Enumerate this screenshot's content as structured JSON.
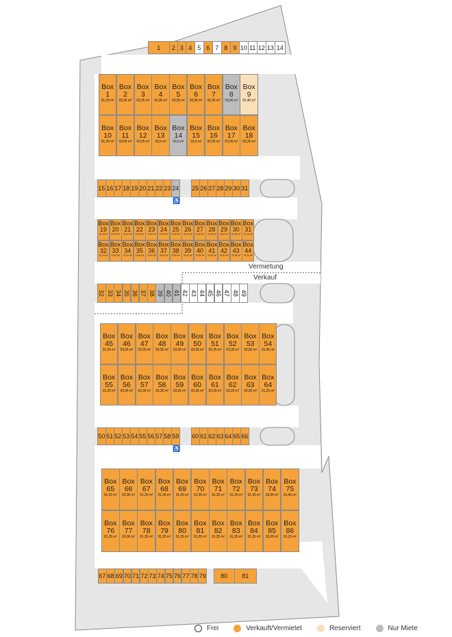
{
  "colors": {
    "frei": "#ffffff",
    "verkauft": "#f5a23a",
    "reserviert": "#fbdfb8",
    "nur_miete": "#bdbdbd",
    "ground": "#e6e6e6",
    "outline": "#8a8a8a"
  },
  "legend": [
    {
      "label": "Frei",
      "status": "frei"
    },
    {
      "label": "Verkauft/Vermietet",
      "status": "verkauft"
    },
    {
      "label": "Reserviert",
      "status": "reserviert"
    },
    {
      "label": "Nur Miete",
      "status": "nur_miete"
    }
  ],
  "divider": {
    "top_label": "Vermietung",
    "bottom_label": "Verkauf"
  },
  "box_prefix": "Box",
  "accessible_icon": "wheelchair-icon",
  "accessible_glyph": "♿",
  "parking_rows": [
    {
      "id": "p-top",
      "labels": [
        "1",
        "2",
        "3",
        "4",
        "5",
        "6",
        "7",
        "8",
        "9",
        "10",
        "11",
        "12",
        "13",
        "14"
      ],
      "status": [
        "v",
        "v",
        "v",
        "v",
        "f",
        "v",
        "f",
        "v",
        "v",
        "f",
        "f",
        "f",
        "f",
        "f"
      ],
      "vertical": false
    },
    {
      "id": "p-row2",
      "labels": [
        "15",
        "16",
        "17",
        "18",
        "19",
        "20",
        "21",
        "22",
        "23",
        "24",
        "25",
        "26",
        "27",
        "28",
        "29",
        "30",
        "31"
      ],
      "status": [
        "v",
        "v",
        "v",
        "v",
        "v",
        "v",
        "v",
        "v",
        "v",
        "g",
        "v",
        "v",
        "v",
        "v",
        "v",
        "v",
        "v"
      ],
      "vertical": false,
      "accessible": "24"
    },
    {
      "id": "p-row3",
      "labels": [
        "32",
        "33",
        "34",
        "35",
        "36",
        "37",
        "38",
        "39",
        "40",
        "41",
        "42",
        "43",
        "44",
        "45",
        "46",
        "47",
        "48",
        "49"
      ],
      "status": [
        "v",
        "v",
        "v",
        "v",
        "v",
        "v",
        "v",
        "g",
        "g",
        "g",
        "f",
        "f",
        "f",
        "f",
        "f",
        "f",
        "f",
        "f"
      ],
      "vertical": true
    },
    {
      "id": "p-row4",
      "labels": [
        "50",
        "51",
        "52",
        "53",
        "54",
        "55",
        "56",
        "57",
        "58",
        "59",
        "60",
        "61",
        "62",
        "63",
        "64",
        "65",
        "66"
      ],
      "status": [
        "v",
        "v",
        "v",
        "v",
        "v",
        "v",
        "v",
        "v",
        "v",
        "v",
        "v",
        "v",
        "v",
        "v",
        "v",
        "v",
        "v"
      ],
      "vertical": false,
      "accessible": "59"
    },
    {
      "id": "p-row5",
      "labels": [
        "67",
        "68",
        "69",
        "70",
        "71",
        "72",
        "73",
        "74",
        "75",
        "76",
        "77",
        "78",
        "79",
        "80",
        "81"
      ],
      "status": [
        "v",
        "v",
        "v",
        "v",
        "v",
        "v",
        "v",
        "v",
        "v",
        "v",
        "v",
        "v",
        "v",
        "v",
        "v"
      ],
      "vertical": false
    }
  ],
  "box_rows": [
    {
      "id": "b1",
      "size": "large",
      "boxes": [
        {
          "n": "1",
          "a": "91,25 m²",
          "s": "v"
        },
        {
          "n": "2",
          "a": "93,06 m²",
          "s": "v"
        },
        {
          "n": "3",
          "a": "93,35 m²",
          "s": "v"
        },
        {
          "n": "4",
          "a": "93,35 m²",
          "s": "v"
        },
        {
          "n": "5",
          "a": "93,35 m²",
          "s": "v"
        },
        {
          "n": "6",
          "a": "93,35 m²",
          "s": "v"
        },
        {
          "n": "7",
          "a": "93,35 m²",
          "s": "v"
        },
        {
          "n": "8",
          "a": "93,06 m²",
          "s": "g"
        },
        {
          "n": "9",
          "a": "81,40 m²",
          "s": "r"
        }
      ]
    },
    {
      "id": "b2",
      "size": "large",
      "boxes": [
        {
          "n": "10",
          "a": "91,25 m²",
          "s": "v"
        },
        {
          "n": "11",
          "a": "93,06 m²",
          "s": "v"
        },
        {
          "n": "12",
          "a": "93,35 m²",
          "s": "v"
        },
        {
          "n": "13",
          "a": "93,5 m²",
          "s": "v"
        },
        {
          "n": "14",
          "a": "93,5 m²",
          "s": "g"
        },
        {
          "n": "15",
          "a": "93,5 m²",
          "s": "v"
        },
        {
          "n": "16",
          "a": "93,35 m²",
          "s": "v"
        },
        {
          "n": "17",
          "a": "93,06 m²",
          "s": "v"
        },
        {
          "n": "18",
          "a": "83,26 m²",
          "s": "v"
        }
      ]
    },
    {
      "id": "b3",
      "size": "small",
      "boxes": [
        {
          "n": "19",
          "a": "21,13 m²",
          "s": "v"
        },
        {
          "n": "20",
          "a": "21,57 m²",
          "s": "v"
        },
        {
          "n": "21",
          "a": "21,57 m²",
          "s": "v"
        },
        {
          "n": "22",
          "a": "21,57 m²",
          "s": "v"
        },
        {
          "n": "23",
          "a": "21,57 m²",
          "s": "v"
        },
        {
          "n": "24",
          "a": "21,57 m²",
          "s": "v"
        },
        {
          "n": "25",
          "a": "21,57 m²",
          "s": "v"
        },
        {
          "n": "26",
          "a": "21,57 m²",
          "s": "v"
        },
        {
          "n": "27",
          "a": "21,57 m²",
          "s": "v"
        },
        {
          "n": "28",
          "a": "21,57 m²",
          "s": "v"
        },
        {
          "n": "29",
          "a": "21,57 m²",
          "s": "v"
        },
        {
          "n": "30",
          "a": "21,57 m²",
          "s": "v"
        },
        {
          "n": "31",
          "a": "21,13 m²",
          "s": "v"
        }
      ]
    },
    {
      "id": "b4",
      "size": "small",
      "boxes": [
        {
          "n": "32",
          "a": "21,13 m²",
          "s": "v"
        },
        {
          "n": "33",
          "a": "21,57 m²",
          "s": "v"
        },
        {
          "n": "34",
          "a": "21,57 m²",
          "s": "v"
        },
        {
          "n": "35",
          "a": "21,57 m²",
          "s": "v"
        },
        {
          "n": "36",
          "a": "21,57 m²",
          "s": "v"
        },
        {
          "n": "37",
          "a": "21,57 m²",
          "s": "v"
        },
        {
          "n": "38",
          "a": "21,57 m²",
          "s": "v"
        },
        {
          "n": "39",
          "a": "21,57 m²",
          "s": "v"
        },
        {
          "n": "40",
          "a": "21,57 m²",
          "s": "v"
        },
        {
          "n": "41",
          "a": "21,57 m²",
          "s": "v"
        },
        {
          "n": "42",
          "a": "21,57 m²",
          "s": "v"
        },
        {
          "n": "43",
          "a": "21,57 m²",
          "s": "v"
        },
        {
          "n": "44",
          "a": "21,13 m²",
          "s": "v"
        }
      ]
    },
    {
      "id": "b5",
      "size": "large",
      "boxes": [
        {
          "n": "45",
          "a": "91,25 m²",
          "s": "v"
        },
        {
          "n": "46",
          "a": "93,06 m²",
          "s": "v"
        },
        {
          "n": "47",
          "a": "93,35 m²",
          "s": "v"
        },
        {
          "n": "48",
          "a": "93,35 m²",
          "s": "v"
        },
        {
          "n": "49",
          "a": "93,35 m²",
          "s": "v"
        },
        {
          "n": "50",
          "a": "93,35 m²",
          "s": "v"
        },
        {
          "n": "51",
          "a": "93,35 m²",
          "s": "v"
        },
        {
          "n": "52",
          "a": "93,35 m²",
          "s": "v"
        },
        {
          "n": "53",
          "a": "93,06 m²",
          "s": "v"
        },
        {
          "n": "54",
          "a": "81,40 m²",
          "s": "v"
        }
      ]
    },
    {
      "id": "b6",
      "size": "large",
      "boxes": [
        {
          "n": "55",
          "a": "91,25 m²",
          "s": "v"
        },
        {
          "n": "56",
          "a": "93,06 m²",
          "s": "v"
        },
        {
          "n": "57",
          "a": "93,35 m²",
          "s": "v"
        },
        {
          "n": "58",
          "a": "93,35 m²",
          "s": "v"
        },
        {
          "n": "59",
          "a": "93,35 m²",
          "s": "v"
        },
        {
          "n": "60",
          "a": "93,35 m²",
          "s": "v"
        },
        {
          "n": "61",
          "a": "93,35 m²",
          "s": "v"
        },
        {
          "n": "62",
          "a": "93,35 m²",
          "s": "v"
        },
        {
          "n": "63",
          "a": "93,06 m²",
          "s": "v"
        },
        {
          "n": "64",
          "a": "91,25 m²",
          "s": "v"
        }
      ]
    },
    {
      "id": "b7",
      "size": "large",
      "boxes": [
        {
          "n": "65",
          "a": "91,25 m²",
          "s": "v"
        },
        {
          "n": "66",
          "a": "93,06 m²",
          "s": "v"
        },
        {
          "n": "67",
          "a": "91,35 m²",
          "s": "v"
        },
        {
          "n": "68",
          "a": "91,35 m²",
          "s": "v"
        },
        {
          "n": "69",
          "a": "91,35 m²",
          "s": "v"
        },
        {
          "n": "70",
          "a": "91,35 m²",
          "s": "v"
        },
        {
          "n": "71",
          "a": "91,35 m²",
          "s": "v"
        },
        {
          "n": "72",
          "a": "91,35 m²",
          "s": "v"
        },
        {
          "n": "73",
          "a": "91,35 m²",
          "s": "v"
        },
        {
          "n": "74",
          "a": "93,06 m²",
          "s": "v"
        },
        {
          "n": "75",
          "a": "81,40 m²",
          "s": "v"
        }
      ]
    },
    {
      "id": "b8",
      "size": "large",
      "boxes": [
        {
          "n": "76",
          "a": "91,25 m²",
          "s": "v"
        },
        {
          "n": "77",
          "a": "93,06 m²",
          "s": "v"
        },
        {
          "n": "78",
          "a": "91,35 m²",
          "s": "v"
        },
        {
          "n": "79",
          "a": "91,35 m²",
          "s": "v"
        },
        {
          "n": "80",
          "a": "91,35 m²",
          "s": "v"
        },
        {
          "n": "81",
          "a": "91,35 m²",
          "s": "v"
        },
        {
          "n": "82",
          "a": "91,35 m²",
          "s": "v"
        },
        {
          "n": "83",
          "a": "91,35 m²",
          "s": "v"
        },
        {
          "n": "84",
          "a": "91,35 m²",
          "s": "v"
        },
        {
          "n": "85",
          "a": "93,06 m²",
          "s": "v"
        },
        {
          "n": "86",
          "a": "91,25 m²",
          "s": "v"
        }
      ]
    }
  ]
}
